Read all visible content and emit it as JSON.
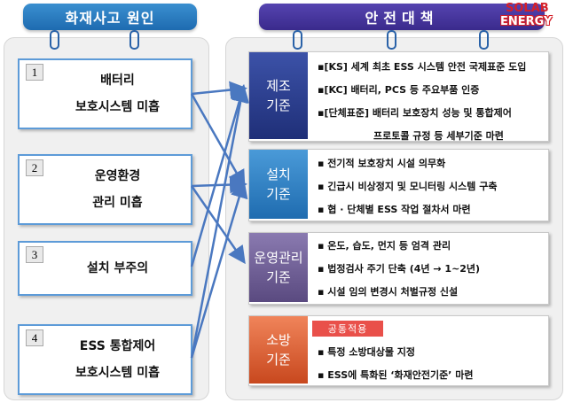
{
  "left_header": "화재사고 원인",
  "right_header": "안전대책",
  "logo": {
    "line1": "SOLAB",
    "line2": "ENERGY",
    "color": "#d4202a"
  },
  "causes": [
    {
      "num": "1",
      "lines": [
        "배터리",
        "보호시스템 미흡"
      ]
    },
    {
      "num": "2",
      "lines": [
        "운영환경",
        "관리 미흡"
      ]
    },
    {
      "num": "3",
      "lines": [
        "설치 부주의"
      ]
    },
    {
      "num": "4",
      "lines": [
        "ESS 통합제어",
        "보호시스템 미흡"
      ]
    }
  ],
  "measures": [
    {
      "label": [
        "제조",
        "기준"
      ],
      "color": "#2b3f8f",
      "items": [
        "▪[KS] 세계 최초 ESS 시스템 안전 국제표준 도입",
        "▪[KC] 배터리, PCS 등 주요부품 인증",
        "▪[단체표준] 배터리 보호장치 성능 및 통합제어",
        "프로토콜 규정 등 세부기준 마련"
      ]
    },
    {
      "label": [
        "설치",
        "기준"
      ],
      "color": "#2e7fc4",
      "items": [
        "▪ 전기적 보호장치 시설 의무화",
        "▪ 긴급시 비상정지 및 모니터링 시스템 구축",
        "▪ 협 · 단체별 ESS 작업 절차서 마련"
      ]
    },
    {
      "label": [
        "운영관리",
        "기준"
      ],
      "color": "#6a5a90",
      "items": [
        "▪ 온도, 습도, 먼지 등 엄격 관리",
        "▪ 법정검사 주기 단축 (4년 → 1~2년)",
        "▪ 시설 임의 변경시 처벌규정 신설"
      ]
    },
    {
      "label": [
        "소방",
        "기준"
      ],
      "color": "#d85a30",
      "badge": "공통적용",
      "items": [
        "▪ 특정 소방대상물 지정",
        "▪ ESS에 특화된 ‘화재안전기준’ 마련"
      ]
    }
  ],
  "arrow_color": "#4a78c0",
  "links": [
    [
      0,
      0
    ],
    [
      0,
      1
    ],
    [
      1,
      1
    ],
    [
      1,
      2
    ],
    [
      2,
      0
    ],
    [
      3,
      0
    ],
    [
      3,
      1
    ]
  ]
}
